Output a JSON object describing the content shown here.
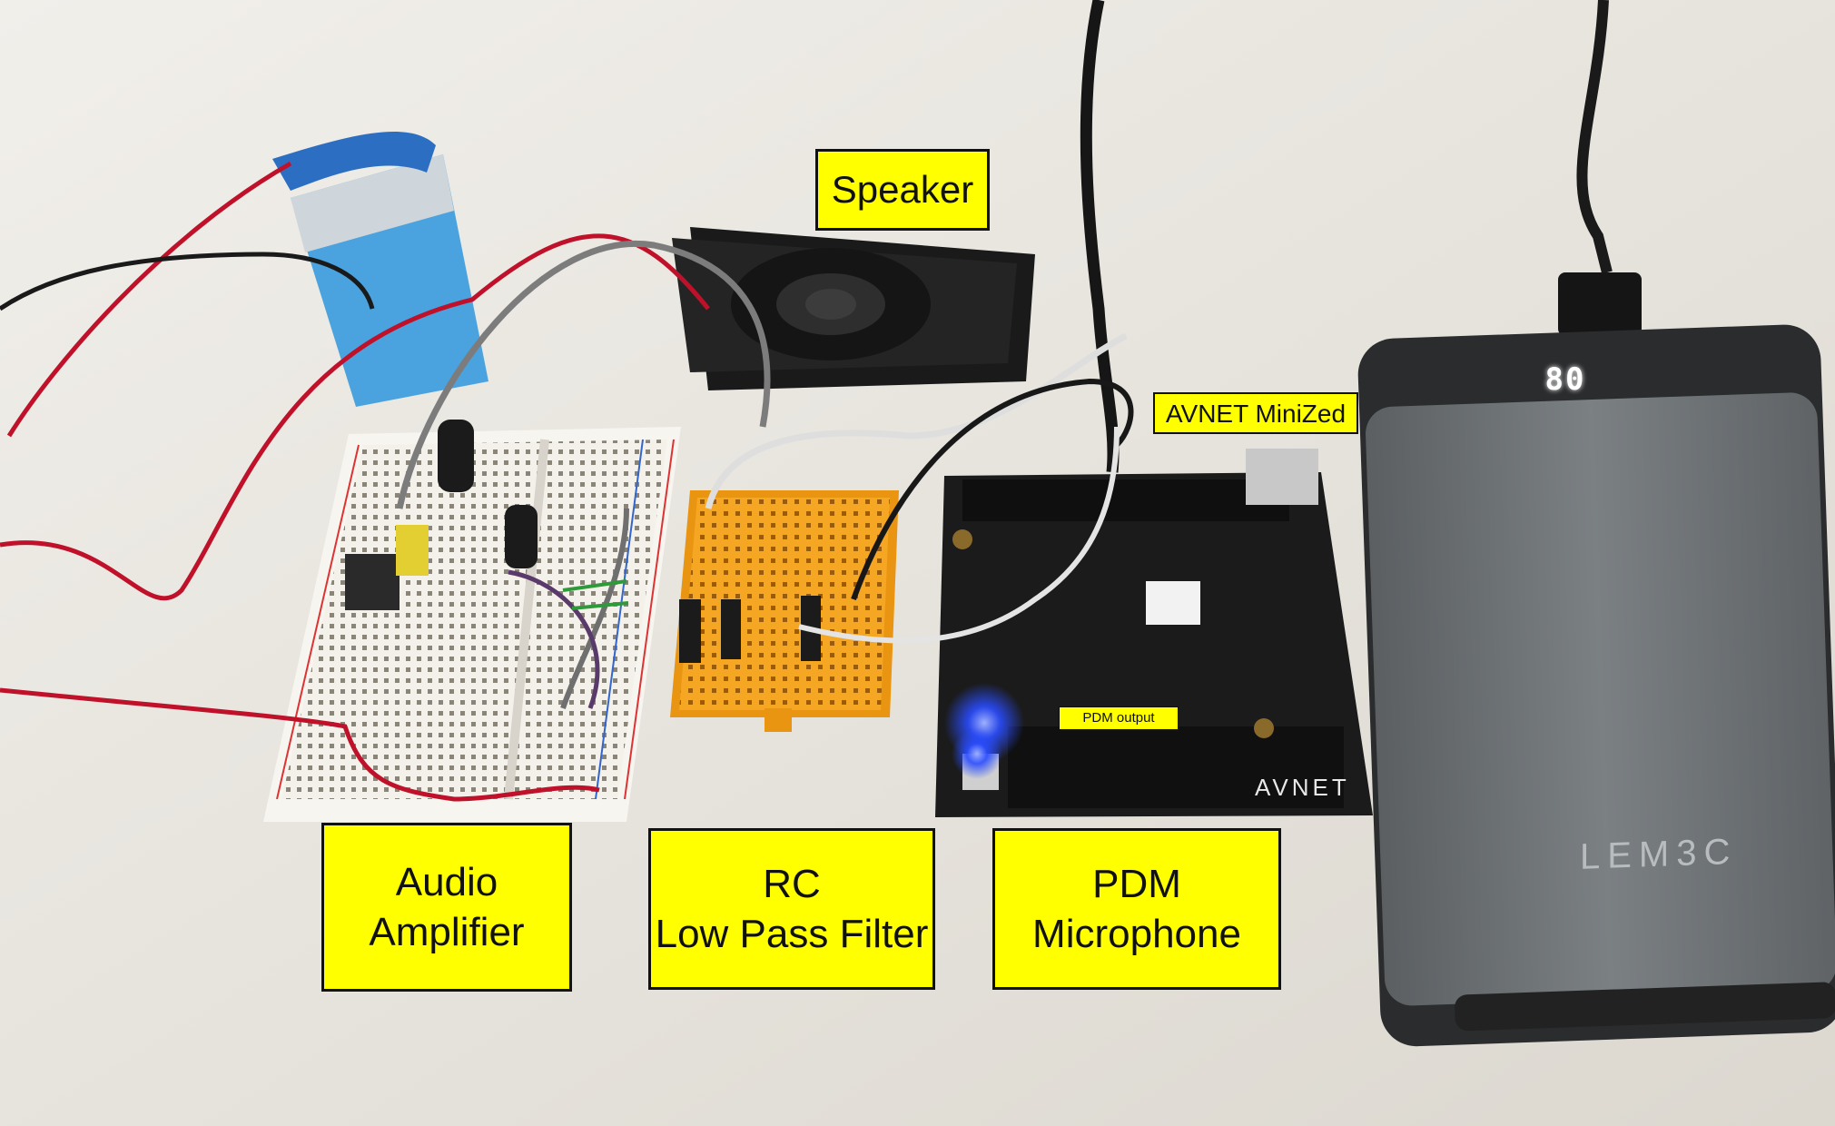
{
  "labels": {
    "speaker": "Speaker",
    "minized": "AVNET MiniZed",
    "pdm_output": "PDM output",
    "amplifier_line1": "Audio",
    "amplifier_line2": "Amplifier",
    "rc_line1": "RC",
    "rc_line2": "Low Pass Filter",
    "pdm_line1": "PDM",
    "pdm_line2": "Microphone"
  },
  "device_text": {
    "powerbank_display": "80",
    "powerbank_brand": "LEM3C",
    "board_brand": "AVNET"
  },
  "colors": {
    "label_background": "#ffff00",
    "label_border": "#111111",
    "table": "#e9e6df",
    "powerbank": "#6e7275",
    "board": "#1b1b1b",
    "mini_breadboard": "#f5a623",
    "battery": "#4aa3df",
    "led": "#2a4dff"
  }
}
